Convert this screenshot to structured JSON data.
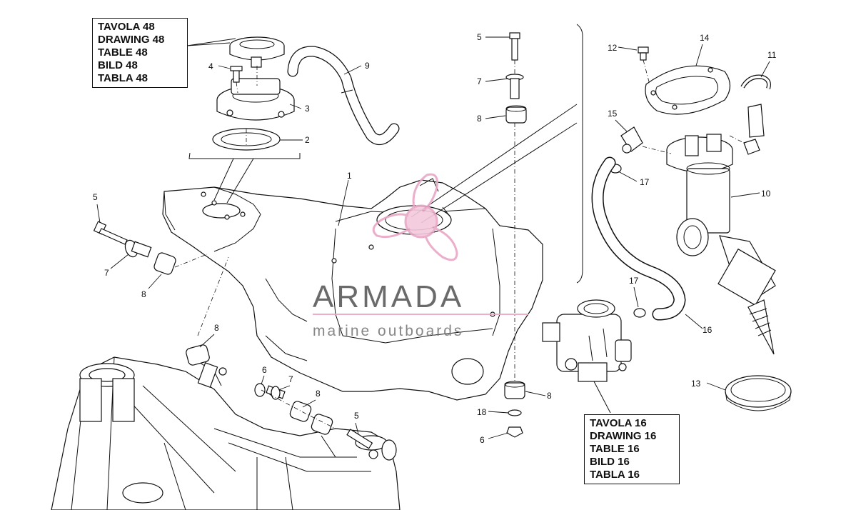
{
  "ref_top": {
    "lines": [
      "TAVOLA 48",
      "DRAWING 48",
      "TABLE 48",
      "BILD 48",
      "TABLA 48"
    ]
  },
  "ref_bottom": {
    "lines": [
      "TAVOLA 16",
      "DRAWING 16",
      "TABLE 16",
      "BILD 16",
      "TABLA 16"
    ]
  },
  "watermark": {
    "brand": "ARMADA",
    "tagline": "marine outboards",
    "accent_color": "#e9a6c6"
  },
  "callouts": {
    "c1": "1",
    "c2": "2",
    "c3": "3",
    "c4": "4",
    "c5a": "5",
    "c5b": "5",
    "c5c": "5",
    "c6a": "6",
    "c6b": "6",
    "c7a": "7",
    "c7b": "7",
    "c7c": "7",
    "c8a": "8",
    "c8b": "8",
    "c8c": "8",
    "c8d": "8",
    "c8e": "8",
    "c9": "9",
    "c10": "10",
    "c11": "11",
    "c12": "12",
    "c13": "13",
    "c14": "14",
    "c15": "15",
    "c16": "16",
    "c17a": "17",
    "c17b": "17",
    "c18": "18"
  }
}
